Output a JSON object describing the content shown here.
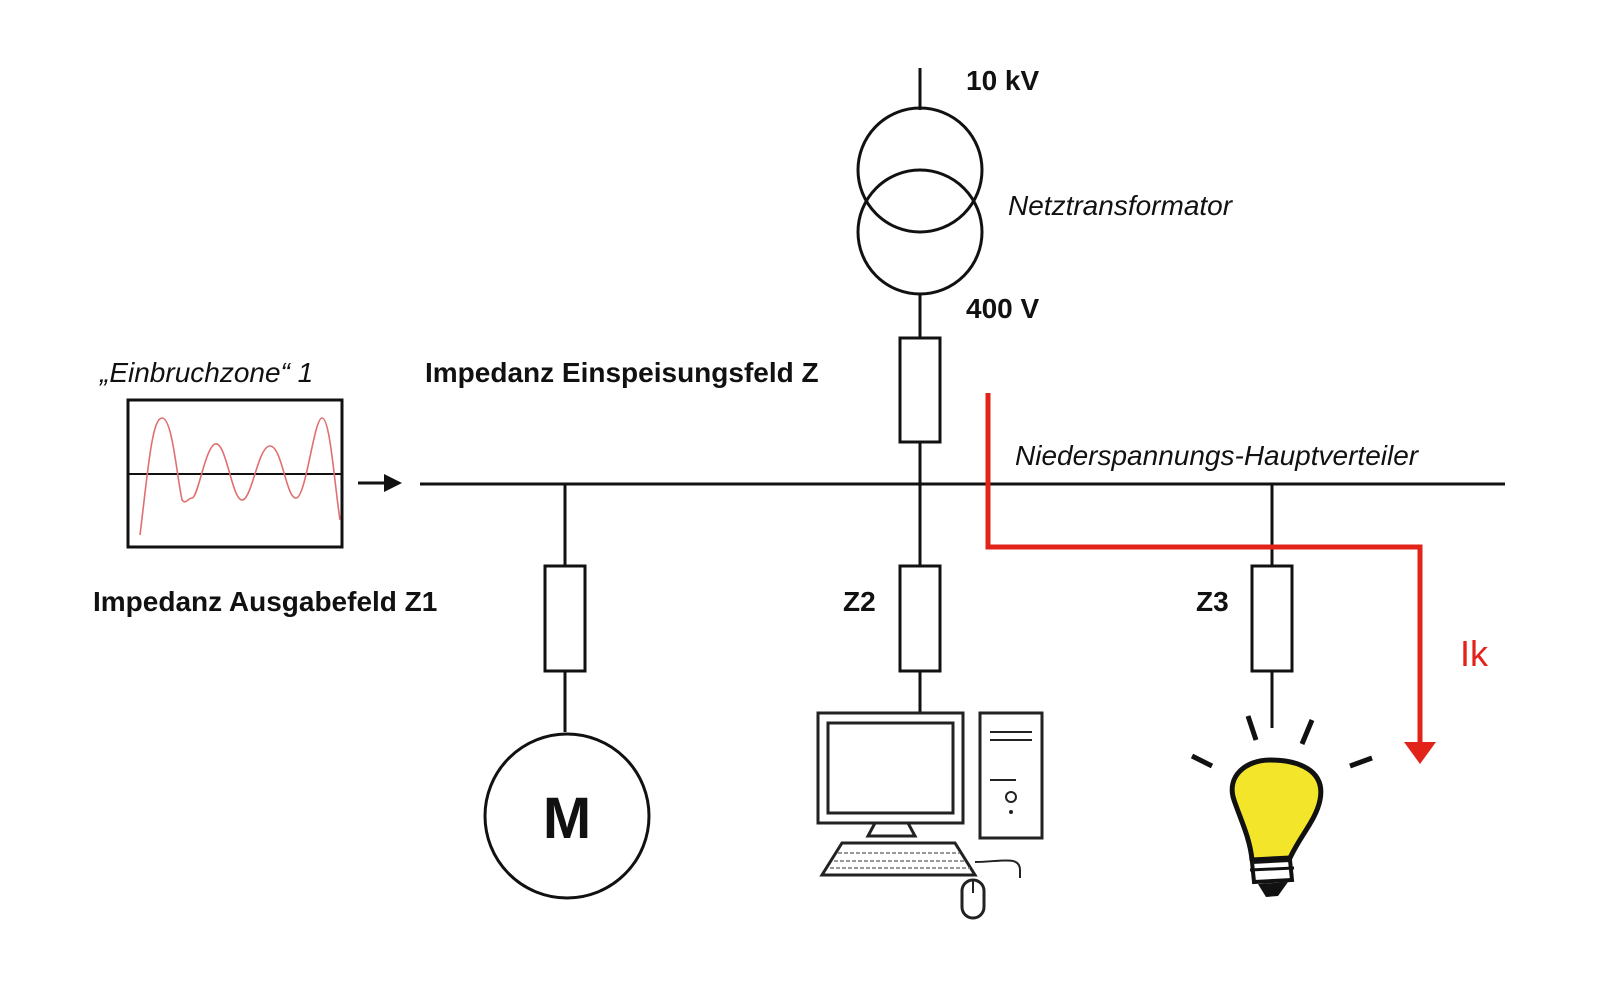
{
  "labels": {
    "hv_voltage": "10 kV",
    "transformer": "Netztransformator",
    "lv_voltage": "400 V",
    "feed_impedance": "Impedanz Einspeisungsfeld Z",
    "busbar": "Niederspannungs-Hauptverteiler",
    "dip_zone": "„Einbruchzone“ 1",
    "output_impedance": "Impedanz Ausgabefeld Z1",
    "z2": "Z2",
    "z3": "Z3",
    "motor": "M",
    "fault_current": "Ik"
  },
  "colors": {
    "line": "#111111",
    "fault": "#e2231a",
    "waveform": "#e07070",
    "bulb": "#f3e62a"
  },
  "icons": {
    "transformer": "transformer-symbol-icon",
    "motor": "motor-symbol-icon",
    "computer": "desktop-computer-icon",
    "lamp": "light-bulb-icon"
  }
}
